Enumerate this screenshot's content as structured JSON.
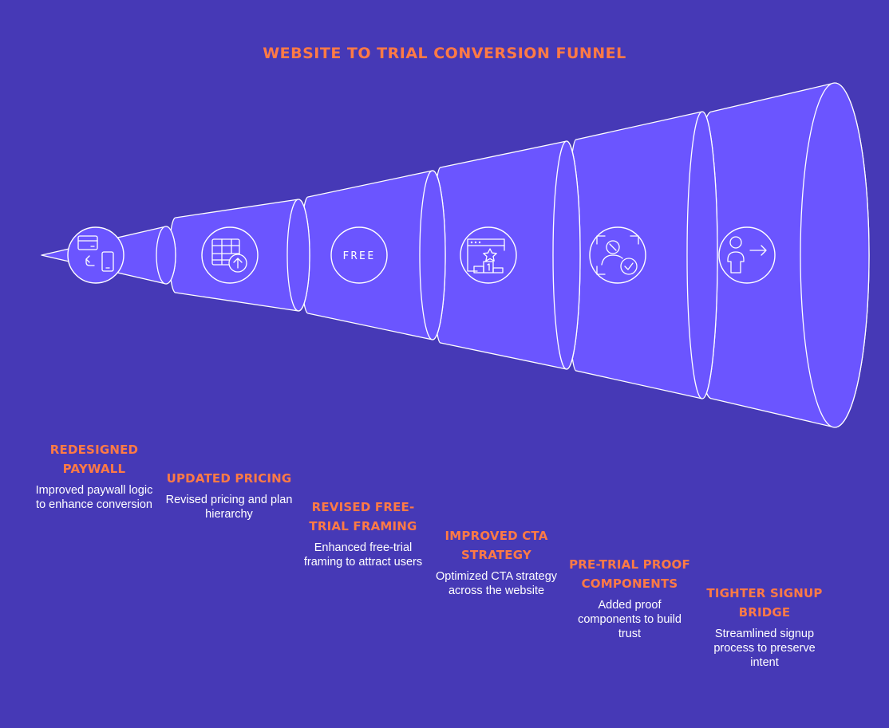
{
  "title": "Website to Trial Conversion Funnel",
  "colors": {
    "background": "#4639B6",
    "segment_fill": "#6B55FF",
    "outline": "#FFFFFF",
    "heading": "#FF7A45",
    "text": "#FFFFFF"
  },
  "stages": [
    {
      "title": "Redesigned Paywall",
      "description": "Improved paywall logic to enhance conversion",
      "icon": "card-to-phone-icon"
    },
    {
      "title": "Updated Pricing",
      "description": "Revised pricing and plan hierarchy",
      "icon": "pricing-table-upgrade-icon"
    },
    {
      "title": "Revised Free-Trial Framing",
      "description": "Enhanced free-trial framing to attract users",
      "icon": "free-badge-icon",
      "icon_text": "FREE"
    },
    {
      "title": "Improved CTA Strategy",
      "description": "Optimized CTA strategy across the website",
      "icon": "star-ranking-icon"
    },
    {
      "title": "Pre-Trial Proof Components",
      "description": "Added proof components to build trust",
      "icon": "verified-user-icon"
    },
    {
      "title": "Tighter Signup Bridge",
      "description": "Streamlined signup process to preserve intent",
      "icon": "user-arrow-icon"
    }
  ]
}
